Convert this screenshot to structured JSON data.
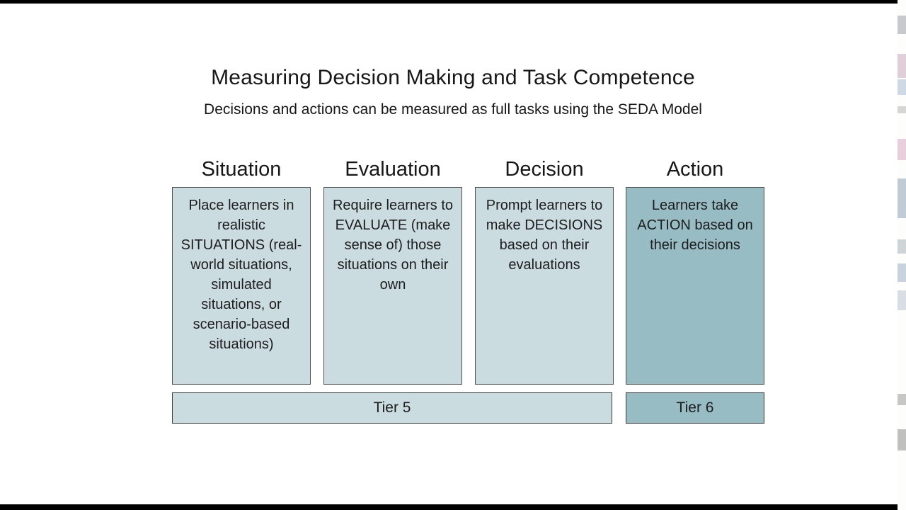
{
  "slide": {
    "title": "Measuring Decision Making and Task Competence",
    "subtitle": "Decisions and actions can be measured as full tasks using the SEDA Model",
    "background_color": "#ffffff",
    "letterbox_color": "#000000"
  },
  "palette": {
    "tone_light": "#cbdce1",
    "tone_dark": "#97bcc4",
    "box_border": "#4f4f4f",
    "tier_border": "#3a3a3a",
    "text": "#1d1d1d"
  },
  "columns": [
    {
      "header": "Situation",
      "body": "Place learners in realistic SITUATIONS (real-world situations, simulated situations, or scenario-based situations)",
      "tone": "light"
    },
    {
      "header": "Evaluation",
      "body": "Require learners to EVALUATE (make sense of) those situations on their own",
      "tone": "light"
    },
    {
      "header": "Decision",
      "body": "Prompt learners to make DECISIONS based on their evaluations",
      "tone": "light"
    },
    {
      "header": "Action",
      "body": "Learners take ACTION based on their decisions",
      "tone": "dark"
    }
  ],
  "tiers": [
    {
      "label": "Tier 5",
      "tone": "light",
      "spans": [
        "Situation",
        "Evaluation",
        "Decision"
      ]
    },
    {
      "label": "Tier 6",
      "tone": "dark",
      "spans": [
        "Action"
      ]
    }
  ]
}
